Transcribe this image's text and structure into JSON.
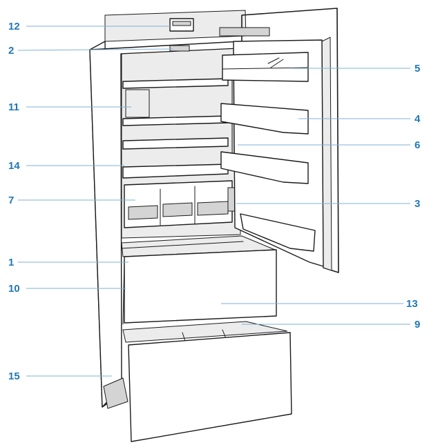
{
  "colors": {
    "label": "#1f78b4",
    "leader": "#7fb1d6",
    "line": "#1a1a1a"
  },
  "callouts": {
    "c12": "12",
    "c2": "2",
    "c11": "11",
    "c14": "14",
    "c7": "7",
    "c1": "1",
    "c10": "10",
    "c15": "15",
    "c5": "5",
    "c4": "4",
    "c6": "6",
    "c3": "3",
    "c13": "13",
    "c9": "9"
  }
}
